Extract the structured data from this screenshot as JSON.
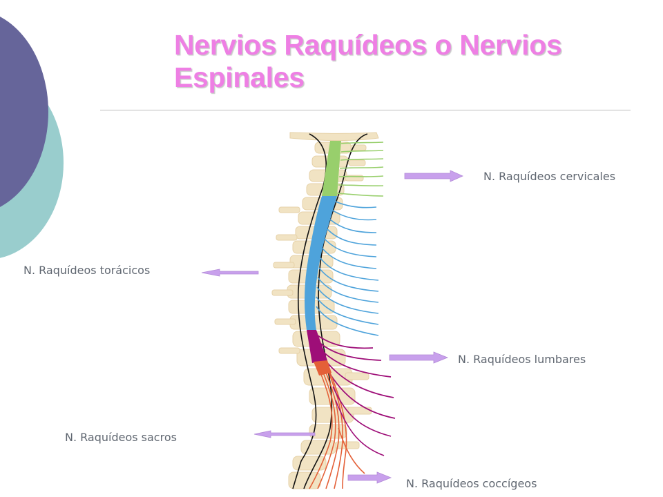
{
  "title": {
    "line1": "Nervios Raquídeos o Nervios",
    "line2": "Espinales"
  },
  "labels": {
    "cervical": "N. Raquídeos cervicales",
    "thoracic": "N. Raquídeos torácicos",
    "lumbar": "N. Raquídeos lumbares",
    "sacral": "N. Raquídeos sacros",
    "coccygeal": "N. Raquídeos coccígeos"
  },
  "colors": {
    "title": "#ee7fe4",
    "circle_dark": "#66659a",
    "circle_light": "#99cdcd",
    "arrow": "#c8a0ec",
    "cervical": "#98cf6c",
    "thoracic": "#4ea3db",
    "lumbar": "#9e0e78",
    "sacral": "#e46038",
    "bone": "#f1e3c3"
  }
}
